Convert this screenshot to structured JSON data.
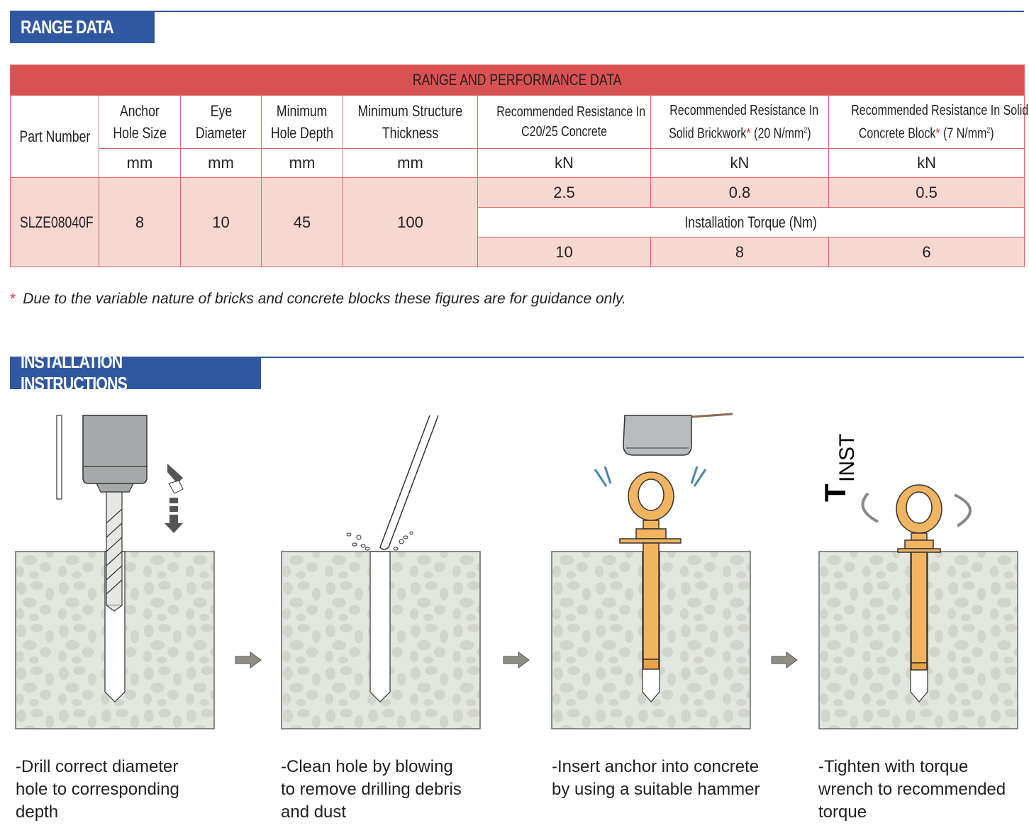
{
  "sections": {
    "range": "RANGE DATA",
    "install": "INSTALLATION INSTRUCTIONS"
  },
  "table": {
    "title": "RANGE AND PERFORMANCE DATA",
    "headers": {
      "part_number": "Part Number",
      "anchor_hole_size": [
        "Anchor",
        "Hole Size"
      ],
      "eye_diameter": [
        "Eye",
        "Diameter"
      ],
      "min_hole_depth": [
        "Minimum",
        "Hole Depth"
      ],
      "min_structure": [
        "Minimum Structure",
        "Thickness"
      ],
      "res_concrete": [
        "Recommended Resistance In",
        "C20/25 Concrete"
      ],
      "res_brick": [
        "Recommended Resistance In",
        "Solid Brickwork",
        "*",
        " (20 N/mm",
        "2",
        ")"
      ],
      "res_block": [
        "Recommended Resistance In Solid",
        "Concrete Block",
        "*",
        " (7 N/mm",
        "2",
        ")"
      ]
    },
    "units": [
      "mm",
      "mm",
      "mm",
      "mm",
      "kN",
      "kN",
      "kN"
    ],
    "row": {
      "part_number": "SLZE08040F",
      "anchor_hole_size": "8",
      "eye_diameter": "10",
      "min_hole_depth": "45",
      "min_structure": "100",
      "resistance": [
        "2.5",
        "0.8",
        "0.5"
      ],
      "torque_label": "Installation Torque (Nm)",
      "torque": [
        "10",
        "8",
        "6"
      ]
    }
  },
  "footnote": {
    "marker": "*",
    "text": "Due to the variable nature of bricks and concrete blocks these figures are for guidance only."
  },
  "steps": [
    {
      "lines": [
        "-Drill correct diameter",
        "hole to corresponding",
        "depth"
      ]
    },
    {
      "lines": [
        "-Clean hole by blowing",
        "to remove drilling debris",
        "and dust"
      ]
    },
    {
      "lines": [
        "-Insert anchor into concrete",
        "by using a suitable hammer"
      ]
    },
    {
      "lines": [
        "-Tighten with torque",
        "wrench to recommended",
        "torque"
      ]
    }
  ],
  "torque_symbol": {
    "main": "T",
    "sub": "INST"
  },
  "colors": {
    "section_blue": "#2f58a0",
    "table_red": "#d95253",
    "row_pink": "#f6d8d1",
    "anchor_orange": "#f1b461",
    "concrete": "#e3e5df"
  }
}
